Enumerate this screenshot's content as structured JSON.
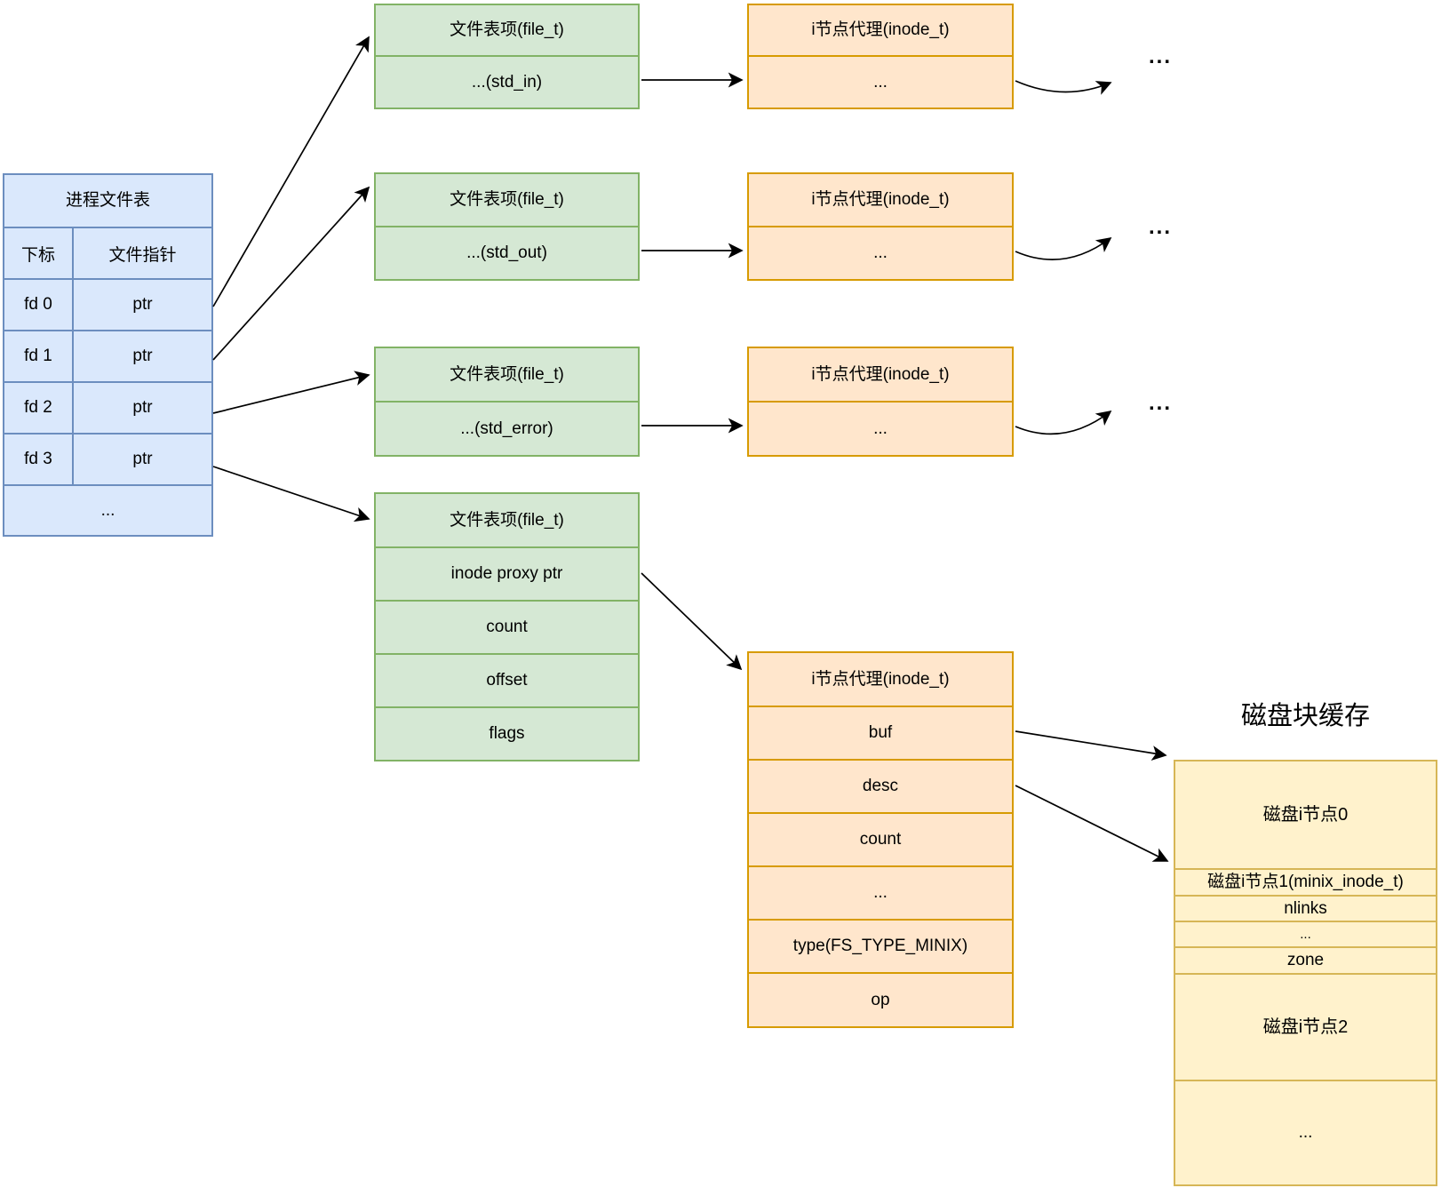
{
  "process_table": {
    "title": "进程文件表",
    "col_index": "下标",
    "col_pointer": "文件指针",
    "rows": [
      {
        "fd": "fd 0",
        "ptr": "ptr"
      },
      {
        "fd": "fd 1",
        "ptr": "ptr"
      },
      {
        "fd": "fd 2",
        "ptr": "ptr"
      },
      {
        "fd": "fd 3",
        "ptr": "ptr"
      }
    ],
    "more": "..."
  },
  "file_entries": [
    {
      "header": "文件表项(file_t)",
      "rows": [
        "...(std_in)"
      ]
    },
    {
      "header": "文件表项(file_t)",
      "rows": [
        "...(std_out)"
      ]
    },
    {
      "header": "文件表项(file_t)",
      "rows": [
        "...(std_error)"
      ]
    },
    {
      "header": "文件表项(file_t)",
      "rows": [
        "inode proxy ptr",
        "count",
        "offset",
        "flags"
      ]
    }
  ],
  "inode_proxies": [
    {
      "header": "i节点代理(inode_t)",
      "rows": [
        "..."
      ]
    },
    {
      "header": "i节点代理(inode_t)",
      "rows": [
        "..."
      ]
    },
    {
      "header": "i节点代理(inode_t)",
      "rows": [
        "..."
      ]
    },
    {
      "header": "i节点代理(inode_t)",
      "rows": [
        "buf",
        "desc",
        "count",
        "...",
        "type(FS_TYPE_MINIX)",
        "op"
      ]
    }
  ],
  "continuation_ellipses": [
    "...",
    "...",
    "..."
  ],
  "disk_cache": {
    "title": "磁盘块缓存",
    "rows": [
      "磁盘i节点0",
      "磁盘i节点1(minix_inode_t)",
      "nlinks",
      "...",
      "zone",
      "磁盘i节点2",
      "..."
    ]
  },
  "colors": {
    "blue_fill": "#dae8fc",
    "blue_stroke": "#6c8ebf",
    "green_fill": "#d5e8d4",
    "green_stroke": "#82b366",
    "orange_fill": "#ffe6cc",
    "orange_stroke": "#d79b00",
    "yellow_fill": "#fff2cc",
    "yellow_stroke": "#d6b656",
    "arrow": "#000000"
  }
}
